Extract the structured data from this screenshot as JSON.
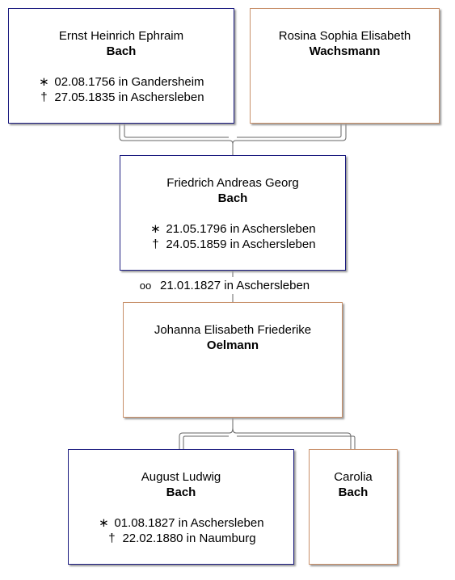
{
  "colors": {
    "male_border": "#1c1c80",
    "female_border": "#c8906a",
    "line": "#555555"
  },
  "persons": {
    "p1": {
      "given": "Ernst Heinrich Ephraim",
      "surname": "Bach",
      "birth": "02.08.1756 in Gandersheim",
      "death": "27.05.1835 in Aschersleben"
    },
    "p2": {
      "given": "Rosina Sophia Elisabeth",
      "surname": "Wachsmann"
    },
    "p3": {
      "given": "Friedrich Andreas Georg",
      "surname": "Bach",
      "birth": "21.05.1796 in Aschersleben",
      "death": "24.05.1859 in Aschersleben"
    },
    "p4": {
      "given": "Johanna Elisabeth Friederike",
      "surname": "Oelmann"
    },
    "p5": {
      "given": "August Ludwig",
      "surname": "Bach",
      "birth": "01.08.1827 in Aschersleben",
      "death": "22.02.1880 in Naumburg"
    },
    "p6": {
      "given": "Carolia",
      "surname": "Bach"
    }
  },
  "marriage": {
    "date": "21.01.1827 in Aschersleben"
  },
  "symbols": {
    "birth": "∗",
    "death": "†",
    "marriage": "oo"
  }
}
